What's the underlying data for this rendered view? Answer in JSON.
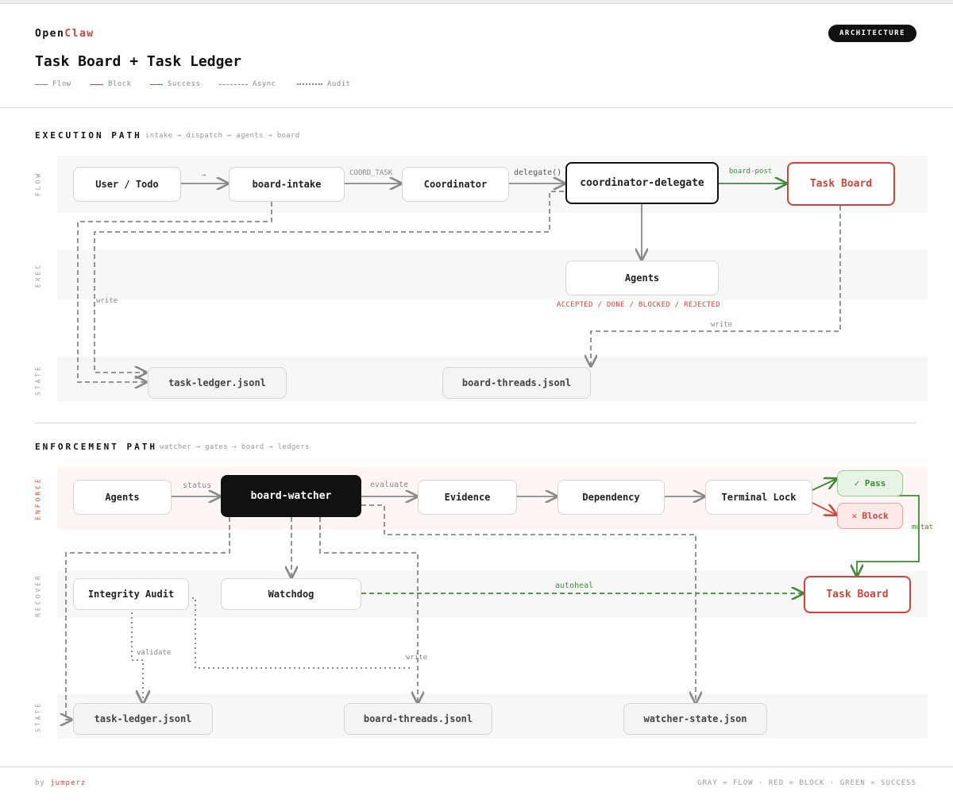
{
  "header": {
    "brand_prefix": "Open",
    "brand_suffix": "Claw",
    "title": "Task Board + Task Ledger",
    "badge": "ARCHITECTURE",
    "legend": [
      {
        "label": "Flow",
        "style": "solid",
        "color": "#888888"
      },
      {
        "label": "Block",
        "style": "solid",
        "color": "#d0453a"
      },
      {
        "label": "Success",
        "style": "solid",
        "color": "#3d8b37"
      },
      {
        "label": "Async",
        "style": "dashed",
        "color": "#888888"
      },
      {
        "label": "Audit",
        "style": "dotted",
        "color": "#888888"
      }
    ]
  },
  "execution": {
    "title": "EXECUTION PATH",
    "subtitle": "intake → dispatch → agents → board",
    "lanes": {
      "flow": "FLOW",
      "exec": "EXEC",
      "state": "STATE"
    },
    "nodes": {
      "user_todo": "User / Todo",
      "board_intake": "board-intake",
      "coordinator": "Coordinator",
      "coordinator_delegate": "coordinator-delegate",
      "task_board": "Task Board",
      "agents": "Agents",
      "task_ledger": "task-ledger.jsonl",
      "board_threads": "board-threads.jsonl"
    },
    "edge_labels": {
      "user_to_intake": "→",
      "intake_to_coord": "COORD_TASK",
      "coord_to_delegate": "delegate()",
      "delegate_to_board": "board-post",
      "ledger_write": "write",
      "threads_write": "write"
    },
    "agent_statuses": "ACCEPTED / DONE / BLOCKED / REJECTED"
  },
  "enforcement": {
    "title": "ENFORCEMENT PATH",
    "subtitle": "watcher → gates → board → ledgers",
    "lanes": {
      "enforce": "ENFORCE",
      "recover": "RECOVER",
      "state": "STATE"
    },
    "nodes": {
      "agents": "Agents",
      "board_watcher": "board-watcher",
      "evidence": "Evidence",
      "dependency": "Dependency",
      "terminal_lock": "Terminal Lock",
      "pass": "✓ Pass",
      "block": "✕ Block",
      "integrity_audit": "Integrity Audit",
      "watchdog": "Watchdog",
      "task_board": "Task Board",
      "task_ledger": "task-ledger.jsonl",
      "board_threads": "board-threads.jsonl",
      "watcher_state": "watcher-state.json"
    },
    "edge_labels": {
      "status": "status",
      "evaluate": "evaluate",
      "mutat": "mutat",
      "autoheal": "autoheal",
      "validate": "validate",
      "write": "write"
    }
  },
  "footer": {
    "by_prefix": "by ",
    "author": "jumperz",
    "key": "GRAY = FLOW · RED = BLOCK · GREEN = SUCCESS"
  }
}
